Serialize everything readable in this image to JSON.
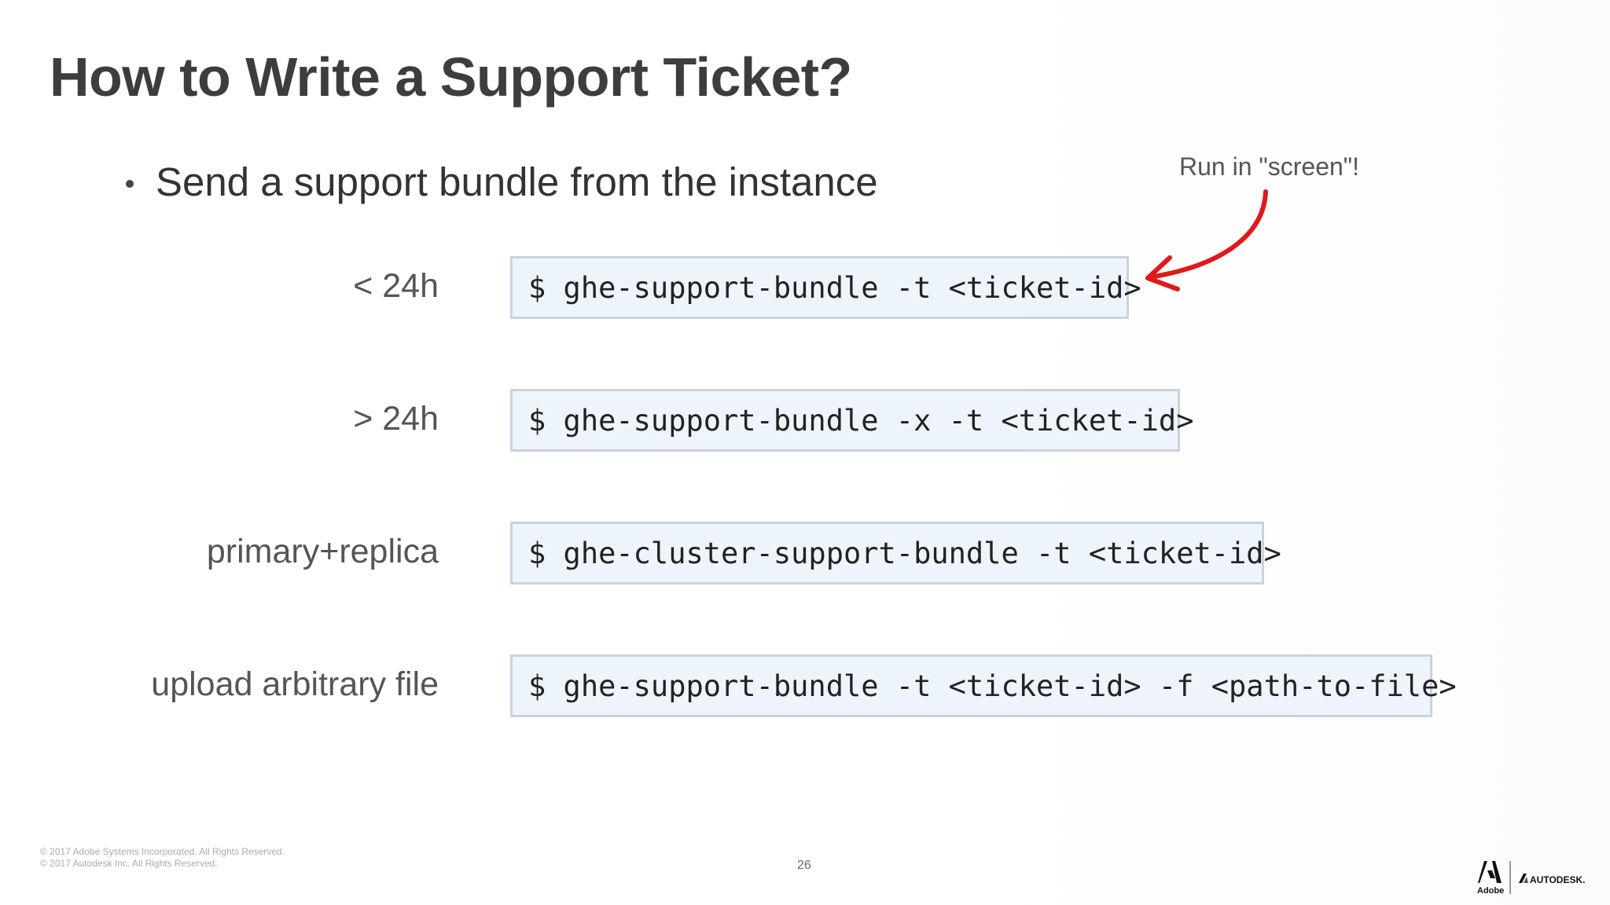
{
  "slide": {
    "title": "How to Write a Support Ticket?",
    "bullet": "Send a support bundle from the instance",
    "annotation": "Run in \"screen\"!",
    "rows": [
      {
        "label": "< 24h",
        "command": "$ ghe-support-bundle -t <ticket-id>"
      },
      {
        "label": "> 24h",
        "command": "$ ghe-support-bundle -x -t <ticket-id>"
      },
      {
        "label": "primary+replica",
        "command": "$ ghe-cluster-support-bundle -t <ticket-id>"
      },
      {
        "label": "upload arbitrary file",
        "command": "$ ghe-support-bundle -t <ticket-id> -f <path-to-file>"
      }
    ],
    "footer": {
      "copyright_line1": "© 2017 Adobe Systems Incorporated.  All Rights Reserved.",
      "copyright_line2": "© 2017 Autodesk Inc.  All Rights Reserved.",
      "page_number": "26"
    },
    "logos": {
      "adobe_text": "Adobe",
      "autodesk_text": "AUTODESK."
    }
  },
  "colors": {
    "title": "#3d3d3d",
    "command_background": "#edf4fb",
    "command_border": "#c9d3dc",
    "arrow": "#e0191b"
  },
  "icons": [
    "curved-arrow-icon",
    "adobe-logo",
    "autodesk-logo"
  ]
}
